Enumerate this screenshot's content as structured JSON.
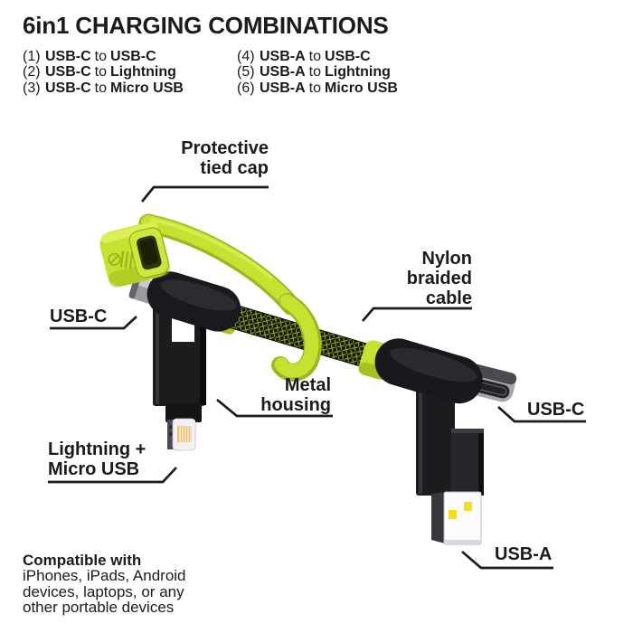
{
  "header": {
    "title": "6in1 CHARGING COMBINATIONS",
    "combinations": [
      {
        "num": "(1)",
        "from": "USB-C",
        "conj": "to",
        "to": "USB-C"
      },
      {
        "num": "(2)",
        "from": "USB-C",
        "conj": "to",
        "to": "Lightning"
      },
      {
        "num": "(3)",
        "from": "USB-C",
        "conj": "to",
        "to": "Micro USB"
      },
      {
        "num": "(4)",
        "from": "USB-A",
        "conj": "to",
        "to": "USB-C"
      },
      {
        "num": "(5)",
        "from": "USB-A",
        "conj": "to",
        "to": "Lightning"
      },
      {
        "num": "(6)",
        "from": "USB-A",
        "conj": "to",
        "to": "Micro USB"
      }
    ]
  },
  "diagram": {
    "labels": {
      "cap": {
        "line1": "Protective",
        "line2": "tied cap"
      },
      "cable": {
        "line1": "Nylon",
        "line2": "braided",
        "line3": "cable"
      },
      "usbc_left": "USB-C",
      "metal": {
        "line1": "Metal",
        "line2": "housing"
      },
      "lightning": {
        "line1": "Lightning +",
        "line2": "Micro USB"
      },
      "usbc_right": "USB-C",
      "usba": "USB-A"
    },
    "colors": {
      "lime": "#c6e231",
      "lime_dark": "#9fb71e",
      "contact_yellow": "#f2e01c",
      "ink": "#1b1b1b"
    }
  },
  "footer": {
    "bold": "Compatible with",
    "line1": "iPhones, iPads, Android",
    "line2": "devices, laptops, or any",
    "line3": "other portable devices"
  }
}
